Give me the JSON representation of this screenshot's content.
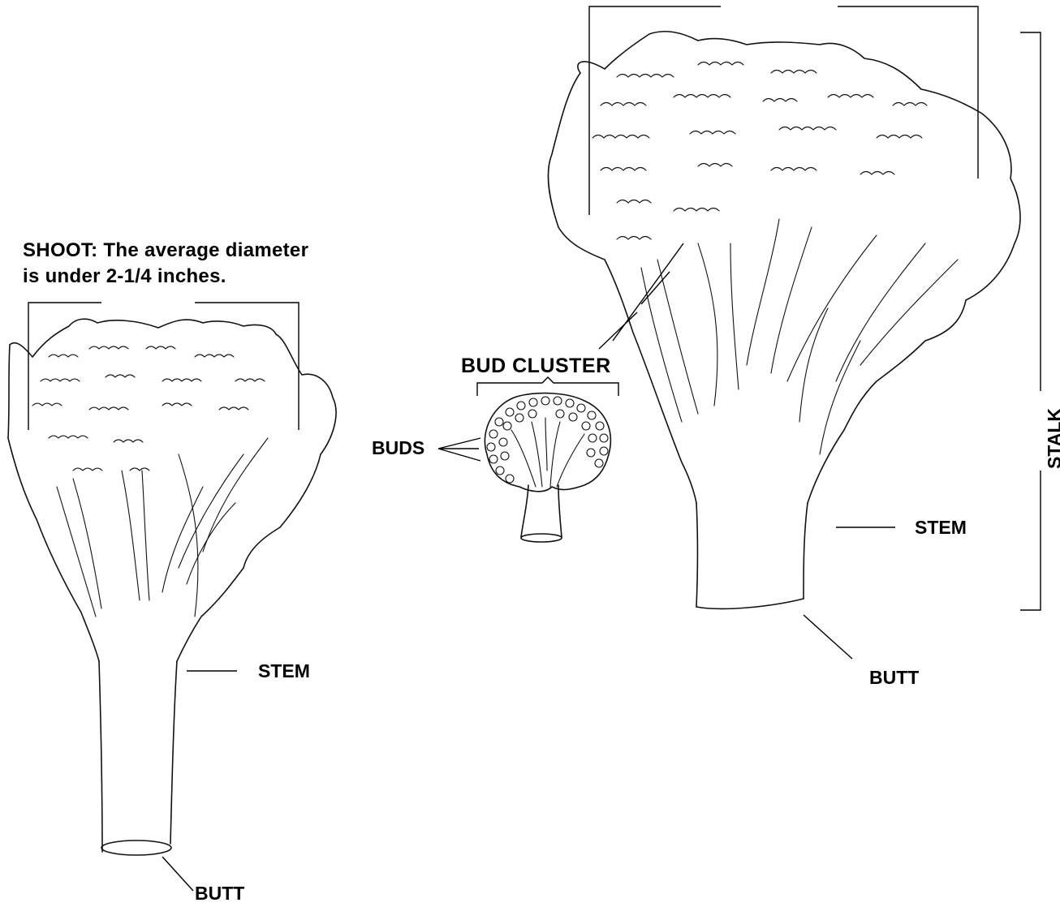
{
  "caption": {
    "line1": "SHOOT: The average diameter",
    "line2": "is under 2-1/4 inches."
  },
  "left_specimen": {
    "stem_label": "STEM",
    "butt_label": "BUTT"
  },
  "bud_cluster": {
    "title": "BUD CLUSTER",
    "buds_label": "BUDS"
  },
  "right_specimen": {
    "stem_label": "STEM",
    "butt_label": "BUTT",
    "stalk_label": "STALK"
  }
}
